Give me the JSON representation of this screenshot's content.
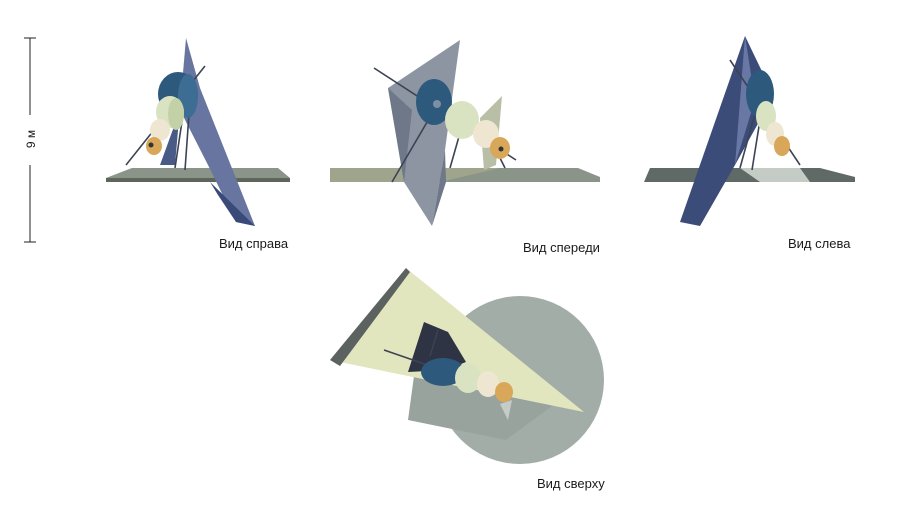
{
  "scale": {
    "label": "9 м"
  },
  "views": {
    "right": {
      "label": "Вид справа"
    },
    "front": {
      "label": "Вид спереди"
    },
    "left": {
      "label": "Вид слева"
    },
    "top": {
      "label": "Вид сверху"
    }
  },
  "colors": {
    "steel_blue": "#5b6d96",
    "steel_dark": "#2f3f66",
    "blade_grey": "#8d95a3",
    "platform": "#8a9488",
    "platform_dark": "#5e665c",
    "disc_navy": "#2d5a7c",
    "disc_pale_green": "#d9e3c2",
    "disc_cream": "#efe6d2",
    "disc_orange": "#d8a75a",
    "top_yellow": "#e2e6bf",
    "top_grey_circle": "#a3ada8",
    "rod": "#3c4354"
  }
}
